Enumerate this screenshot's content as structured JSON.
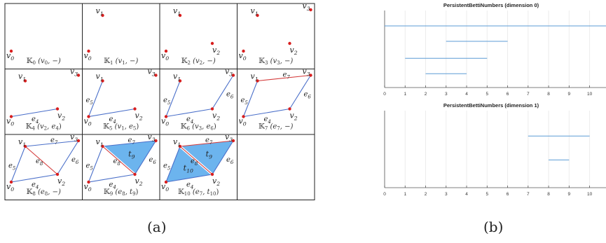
{
  "filtration": {
    "cells": [
      {
        "vertices": {
          "v0": {
            "label": "v",
            "sub": "0"
          }
        },
        "edges": [],
        "triangles": [],
        "caption": {
          "main": "𝕂",
          "sub": "0",
          "rest": " (v",
          "rest_sub": "0",
          "rest_end": ", −)"
        }
      },
      {
        "vertices": {
          "v0": {
            "label": "v",
            "sub": "0"
          },
          "v1": {
            "label": "v",
            "sub": "1"
          }
        },
        "edges": [],
        "triangles": [],
        "caption": {
          "main": "𝕂",
          "sub": "1",
          "rest": " (v",
          "rest_sub": "1",
          "rest_end": ", −)"
        }
      },
      {
        "vertices": {
          "v0": {
            "label": "v",
            "sub": "0"
          },
          "v1": {
            "label": "v",
            "sub": "1"
          },
          "v2": {
            "label": "v",
            "sub": "2"
          }
        },
        "edges": [],
        "triangles": [],
        "caption": {
          "main": "𝕂",
          "sub": "2",
          "rest": " (v",
          "rest_sub": "2",
          "rest_end": ", −)"
        }
      },
      {
        "vertices": {
          "v0": {
            "label": "v",
            "sub": "0"
          },
          "v1": {
            "label": "v",
            "sub": "1"
          },
          "v2": {
            "label": "v",
            "sub": "2"
          },
          "v3": {
            "label": "v",
            "sub": "3"
          }
        },
        "edges": [],
        "triangles": [],
        "caption": {
          "main": "𝕂",
          "sub": "3",
          "rest": " (v",
          "rest_sub": "3",
          "rest_end": ", −)"
        }
      },
      {
        "vertices": {
          "v0": {
            "label": "v",
            "sub": "0"
          },
          "v1": {
            "label": "v",
            "sub": "1"
          },
          "v2": {
            "label": "v",
            "sub": "2"
          },
          "v3": {
            "label": "v",
            "sub": "3"
          }
        },
        "edges": [
          {
            "id": "e4",
            "from": "v0",
            "to": "v2",
            "label": "e",
            "sub": "4",
            "color": "#4a6fc9"
          }
        ],
        "triangles": [],
        "caption": {
          "main": "𝕂",
          "sub": "4",
          "rest": " (v",
          "rest_sub": "2",
          "rest_end": ", e",
          "rest_end_sub": "4",
          "rest_close": ")"
        }
      },
      {
        "vertices": {
          "v0": {
            "label": "v",
            "sub": "0"
          },
          "v1": {
            "label": "v",
            "sub": "1"
          },
          "v2": {
            "label": "v",
            "sub": "2"
          },
          "v3": {
            "label": "v",
            "sub": "3"
          }
        },
        "edges": [
          {
            "id": "e4",
            "from": "v0",
            "to": "v2",
            "label": "e",
            "sub": "4",
            "color": "#4a6fc9"
          },
          {
            "id": "e5",
            "from": "v0",
            "to": "v1",
            "label": "e",
            "sub": "5",
            "color": "#4a6fc9"
          }
        ],
        "triangles": [],
        "caption": {
          "main": "𝕂",
          "sub": "5",
          "rest": " (v",
          "rest_sub": "1",
          "rest_end": ", e",
          "rest_end_sub": "5",
          "rest_close": ")"
        }
      },
      {
        "vertices": {
          "v0": {
            "label": "v",
            "sub": "0"
          },
          "v1": {
            "label": "v",
            "sub": "1"
          },
          "v2": {
            "label": "v",
            "sub": "2"
          },
          "v3": {
            "label": "v",
            "sub": "3"
          }
        },
        "edges": [
          {
            "id": "e4",
            "from": "v0",
            "to": "v2",
            "label": "e",
            "sub": "4",
            "color": "#4a6fc9"
          },
          {
            "id": "e5",
            "from": "v0",
            "to": "v1",
            "label": "e",
            "sub": "5",
            "color": "#4a6fc9"
          },
          {
            "id": "e6",
            "from": "v2",
            "to": "v3",
            "label": "e",
            "sub": "6",
            "color": "#4a6fc9"
          }
        ],
        "triangles": [],
        "caption": {
          "main": "𝕂",
          "sub": "6",
          "rest": " (v",
          "rest_sub": "3",
          "rest_end": ", e",
          "rest_end_sub": "6",
          "rest_close": ")"
        }
      },
      {
        "vertices": {
          "v0": {
            "label": "v",
            "sub": "0"
          },
          "v1": {
            "label": "v",
            "sub": "1"
          },
          "v2": {
            "label": "v",
            "sub": "2"
          },
          "v3": {
            "label": "v",
            "sub": "3"
          }
        },
        "edges": [
          {
            "id": "e4",
            "from": "v0",
            "to": "v2",
            "label": "e",
            "sub": "4",
            "color": "#4a6fc9"
          },
          {
            "id": "e5",
            "from": "v0",
            "to": "v1",
            "label": "e",
            "sub": "5",
            "color": "#4a6fc9"
          },
          {
            "id": "e6",
            "from": "v2",
            "to": "v3",
            "label": "e",
            "sub": "6",
            "color": "#4a6fc9"
          },
          {
            "id": "e7",
            "from": "v1",
            "to": "v3",
            "label": "e",
            "sub": "7",
            "color": "#d43a3a"
          }
        ],
        "triangles": [],
        "caption": {
          "main": "𝕂",
          "sub": "7",
          "rest": " (e",
          "rest_sub": "7",
          "rest_end": ", −)"
        }
      },
      {
        "vertices": {
          "v0": {
            "label": "v",
            "sub": "0"
          },
          "v1": {
            "label": "v",
            "sub": "1"
          },
          "v2": {
            "label": "v",
            "sub": "2"
          },
          "v3": {
            "label": "v",
            "sub": "3"
          }
        },
        "edges": [
          {
            "id": "e4",
            "from": "v0",
            "to": "v2",
            "label": "e",
            "sub": "4",
            "color": "#4a6fc9"
          },
          {
            "id": "e5",
            "from": "v0",
            "to": "v1",
            "label": "e",
            "sub": "5",
            "color": "#4a6fc9"
          },
          {
            "id": "e6",
            "from": "v2",
            "to": "v3",
            "label": "e",
            "sub": "6",
            "color": "#4a6fc9"
          },
          {
            "id": "e7",
            "from": "v1",
            "to": "v3",
            "label": "e",
            "sub": "7",
            "color": "#4a6fc9"
          },
          {
            "id": "e8",
            "from": "v1",
            "to": "v2",
            "label": "e",
            "sub": "8",
            "color": "#d43a3a"
          }
        ],
        "triangles": [],
        "caption": {
          "main": "𝕂",
          "sub": "8",
          "rest": " (e",
          "rest_sub": "8",
          "rest_end": ", −)"
        }
      },
      {
        "vertices": {
          "v0": {
            "label": "v",
            "sub": "0"
          },
          "v1": {
            "label": "v",
            "sub": "1"
          },
          "v2": {
            "label": "v",
            "sub": "2"
          },
          "v3": {
            "label": "v",
            "sub": "3"
          }
        },
        "edges": [
          {
            "id": "e4",
            "from": "v0",
            "to": "v2",
            "label": "e",
            "sub": "4",
            "color": "#4a6fc9"
          },
          {
            "id": "e5",
            "from": "v0",
            "to": "v1",
            "label": "e",
            "sub": "5",
            "color": "#4a6fc9"
          },
          {
            "id": "e6",
            "from": "v2",
            "to": "v3",
            "label": "e",
            "sub": "6",
            "color": "#4a6fc9"
          },
          {
            "id": "e7",
            "from": "v1",
            "to": "v3",
            "label": "e",
            "sub": "7",
            "color": "#4a6fc9"
          },
          {
            "id": "e8",
            "from": "v1",
            "to": "v2",
            "label": "e",
            "sub": "8",
            "color": "#d43a3a"
          }
        ],
        "triangles": [
          {
            "id": "t9",
            "pts": [
              "v1",
              "v3",
              "v2"
            ],
            "label": "t",
            "sub": "9"
          }
        ],
        "caption": {
          "main": "𝕂",
          "sub": "9",
          "rest": " (e",
          "rest_sub": "8",
          "rest_end": ", t",
          "rest_end_sub": "9",
          "rest_close": ")"
        }
      },
      {
        "vertices": {
          "v0": {
            "label": "v",
            "sub": "0"
          },
          "v1": {
            "label": "v",
            "sub": "1"
          },
          "v2": {
            "label": "v",
            "sub": "2"
          },
          "v3": {
            "label": "v",
            "sub": "3"
          }
        },
        "edges": [
          {
            "id": "e4",
            "from": "v0",
            "to": "v2",
            "label": "e",
            "sub": "4",
            "color": "#4a6fc9"
          },
          {
            "id": "e5",
            "from": "v0",
            "to": "v1",
            "label": "e",
            "sub": "5",
            "color": "#4a6fc9"
          },
          {
            "id": "e6",
            "from": "v2",
            "to": "v3",
            "label": "e",
            "sub": "6",
            "color": "#4a6fc9"
          },
          {
            "id": "e7",
            "from": "v1",
            "to": "v3",
            "label": "e",
            "sub": "7",
            "color": "#d43a3a"
          },
          {
            "id": "e8",
            "from": "v1",
            "to": "v2",
            "label": "e",
            "sub": "8",
            "color": "#d43a3a"
          }
        ],
        "triangles": [
          {
            "id": "t9",
            "pts": [
              "v1",
              "v3",
              "v2"
            ],
            "label": "t",
            "sub": "9"
          },
          {
            "id": "t10",
            "pts": [
              "v0",
              "v1",
              "v2"
            ],
            "label": "t",
            "sub": "10"
          }
        ],
        "caption": {
          "main": "𝕂",
          "sub": "10",
          "rest": " (e",
          "rest_sub": "7",
          "rest_end": ", t",
          "rest_end_sub": "10",
          "rest_close": ")"
        }
      }
    ],
    "panel_label": "(a)"
  },
  "barcode": {
    "panel_label": "(b)",
    "charts": [
      {
        "title": "PersistentBettiNumbers (dimension 0)",
        "xlim": [
          0,
          10.8
        ],
        "ticks": [
          "0",
          "1",
          "2",
          "3",
          "4",
          "5",
          "6",
          "7",
          "8",
          "9",
          "10"
        ],
        "bars": [
          {
            "start": 0,
            "end": 10.8
          },
          {
            "start": 3,
            "end": 6
          },
          {
            "start": 1,
            "end": 5
          },
          {
            "start": 2,
            "end": 4
          }
        ]
      },
      {
        "title": "PersistentBettiNumbers (dimension 1)",
        "xlim": [
          0,
          10.8
        ],
        "ticks": [
          "0",
          "1",
          "2",
          "3",
          "4",
          "5",
          "6",
          "7",
          "8",
          "9",
          "10"
        ],
        "bars": [
          {
            "start": 7,
            "end": 10
          },
          {
            "start": 8,
            "end": 9
          }
        ]
      }
    ],
    "bar_color": "#5b9bd5"
  },
  "chart_data": [
    {
      "type": "bar",
      "title": "PersistentBettiNumbers (dimension 0)",
      "xlim": [
        0,
        10.8
      ],
      "series": [
        {
          "values": [
            [
              0,
              10.8
            ],
            [
              3,
              6
            ],
            [
              1,
              5
            ],
            [
              2,
              4
            ]
          ]
        }
      ]
    },
    {
      "type": "bar",
      "title": "PersistentBettiNumbers (dimension 1)",
      "xlim": [
        0,
        10.8
      ],
      "series": [
        {
          "values": [
            [
              7,
              10
            ],
            [
              8,
              9
            ]
          ]
        }
      ]
    }
  ]
}
